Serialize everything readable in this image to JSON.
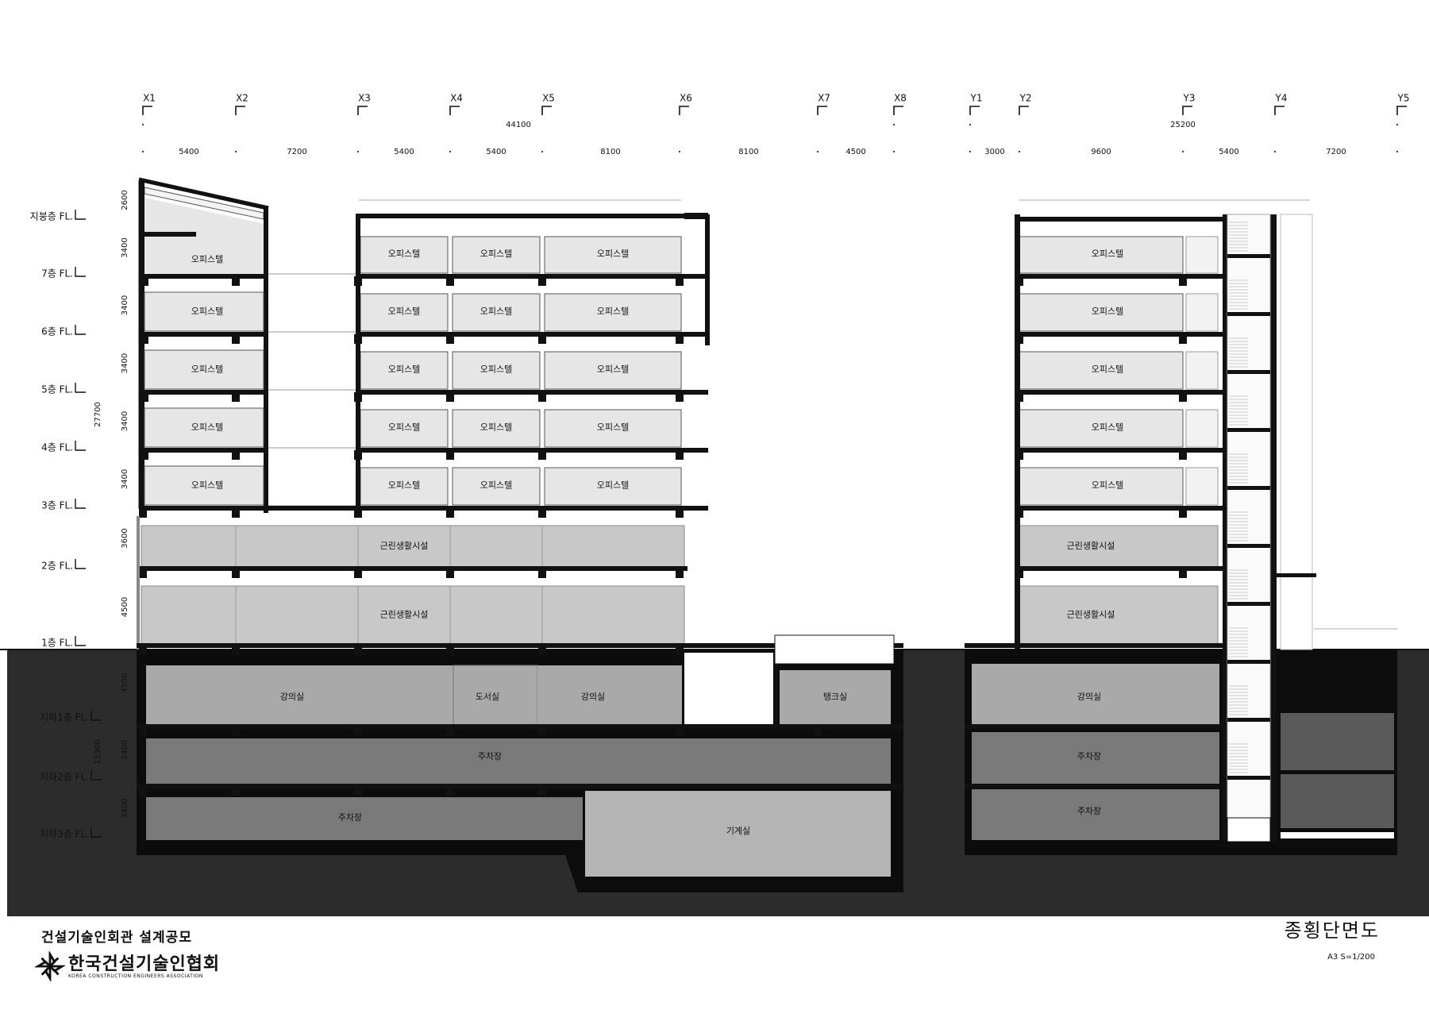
{
  "grid_x": [
    {
      "label": "X1"
    },
    {
      "label": "X2"
    },
    {
      "label": "X3"
    },
    {
      "label": "X4"
    },
    {
      "label": "X5"
    },
    {
      "label": "X6"
    },
    {
      "label": "X7"
    },
    {
      "label": "X8"
    },
    {
      "label": "Y1"
    },
    {
      "label": "Y2"
    },
    {
      "label": "Y3"
    },
    {
      "label": "Y4"
    },
    {
      "label": "Y5"
    }
  ],
  "overall_dims": {
    "x_total": "44100",
    "y_total": "25200"
  },
  "span_dims": [
    "5400",
    "7200",
    "5400",
    "5400",
    "8100",
    "8100",
    "4500",
    "3000",
    "9600",
    "5400",
    "7200"
  ],
  "levels": [
    "지붕층 FL.",
    "7층 FL.",
    "6층 FL.",
    "5층 FL.",
    "4층 FL.",
    "3층 FL.",
    "2층 FL.",
    "1층 FL.",
    "지하1층 FL.",
    "지하2층 FL.",
    "지하3층 FL."
  ],
  "floor_heights": [
    "2600",
    "3400",
    "3400",
    "3400",
    "3400",
    "3400",
    "3600",
    "4500",
    "4500",
    "3400",
    "3400"
  ],
  "total_heights": {
    "above": "27700",
    "below": "11300"
  },
  "rooms": {
    "office": "오피스텔",
    "retail": "근린생활시설",
    "lecture": "강의실",
    "library": "도서실",
    "tank": "탱크실",
    "parking": "주차장",
    "machine": "기계실"
  },
  "title_block": {
    "project": "건설기술인회관 설계공모",
    "drawing": "종횡단면도",
    "org": "한국건설기술인협회",
    "org_en": "KOREA CONSTRUCTION ENGINEERS ASSOCIATION",
    "scale": "A3  S=1/200"
  },
  "colors": {
    "ground": "#2c2c2c",
    "office": "#e6e6e6",
    "retail": "#c8c8c8",
    "lecture": "#a9a9a9",
    "parking": "#7a7a7a",
    "wall": "#111111"
  }
}
